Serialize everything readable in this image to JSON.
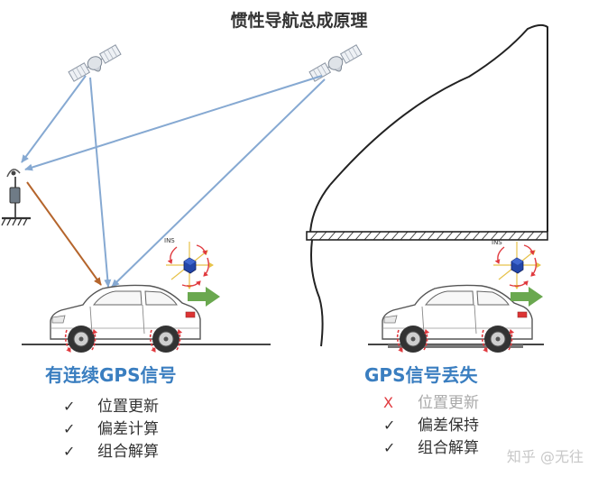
{
  "title": "惯性导航总成原理",
  "ins_label": "INS",
  "left_panel": {
    "heading": "有连续GPS信号",
    "items": [
      {
        "mark": "✓",
        "status": "ok",
        "text": "位置更新"
      },
      {
        "mark": "✓",
        "status": "ok",
        "text": "偏差计算"
      },
      {
        "mark": "✓",
        "status": "ok",
        "text": "组合解算"
      }
    ]
  },
  "right_panel": {
    "heading": "GPS信号丢失",
    "items": [
      {
        "mark": "X",
        "status": "lost",
        "text": "位置更新"
      },
      {
        "mark": "✓",
        "status": "ok",
        "text": "偏差保持"
      },
      {
        "mark": "✓",
        "status": "ok",
        "text": "组合解算"
      }
    ]
  },
  "watermark": "知乎 @无往",
  "colors": {
    "signal_line": "#86a9d2",
    "base_station_line": "#b5652c",
    "heading_text": "#3a7ec0",
    "arrow_green": "#6aa84f",
    "wheel_arrow_red": "#e0393e",
    "cross_mark": "#e0393e"
  },
  "icons": [
    "satellite-icon",
    "base-station-icon",
    "car-icon",
    "ins-imu-icon",
    "direction-arrow-icon",
    "checkmark-icon",
    "cross-icon"
  ]
}
